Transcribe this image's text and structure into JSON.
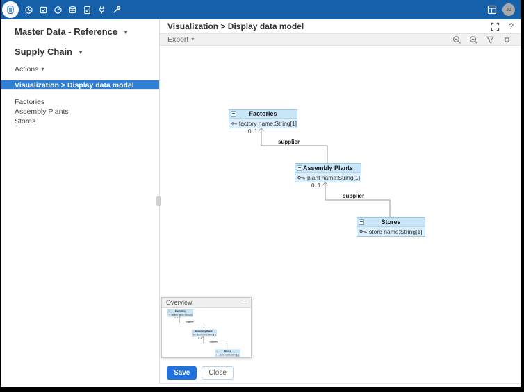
{
  "topbar": {
    "apps": [
      {
        "icon": "data-icon",
        "selected": true
      },
      {
        "icon": "history-icon"
      },
      {
        "icon": "tasks-icon"
      },
      {
        "icon": "dashboard-icon"
      },
      {
        "icon": "data-models-icon"
      },
      {
        "icon": "workflow-icon"
      },
      {
        "icon": "integration-icon"
      },
      {
        "icon": "administration-icon"
      }
    ],
    "right_icons": [
      "apps-grid-icon",
      "avatar"
    ],
    "avatar_initials": "JJ"
  },
  "sidebar": {
    "dataset": "Master Data - Reference",
    "model": "Supply Chain",
    "actions_label": "Actions",
    "selected_item": "Visualization > Display data model",
    "items": [
      {
        "label": "Factories"
      },
      {
        "label": "Assembly Plants"
      },
      {
        "label": "Stores"
      }
    ]
  },
  "header": {
    "title": "Visualization > Display data model",
    "icons": [
      "fullscreen-icon",
      "help-icon"
    ],
    "help_label": "?"
  },
  "toolbar": {
    "export_label": "Export",
    "icons": [
      "zoom-out-icon",
      "zoom-in-icon",
      "filter-icon",
      "settings-icon"
    ]
  },
  "diagram": {
    "entities": [
      {
        "title": "Factories",
        "attribute": "factory name:String[1]"
      },
      {
        "title": "Assembly Plants",
        "attribute": "plant name:String[1]"
      },
      {
        "title": "Stores",
        "attribute": "store name:String[1]"
      }
    ],
    "relations": [
      {
        "from": "Assembly Plants",
        "to": "Factories",
        "label": "supplier",
        "multiplicity": "0..1"
      },
      {
        "from": "Stores",
        "to": "Assembly Plants",
        "label": "supplier",
        "multiplicity": "0..1"
      }
    ]
  },
  "overview": {
    "title": "Overview",
    "minimize_label": "–"
  },
  "footer": {
    "save_label": "Save",
    "close_label": "Close"
  },
  "colors": {
    "topbar": "#1560a8",
    "selected_row": "#2f80d4",
    "entity_header": "#c9e5f8",
    "entity_row": "#dbeefb",
    "save_button": "#2272db"
  }
}
